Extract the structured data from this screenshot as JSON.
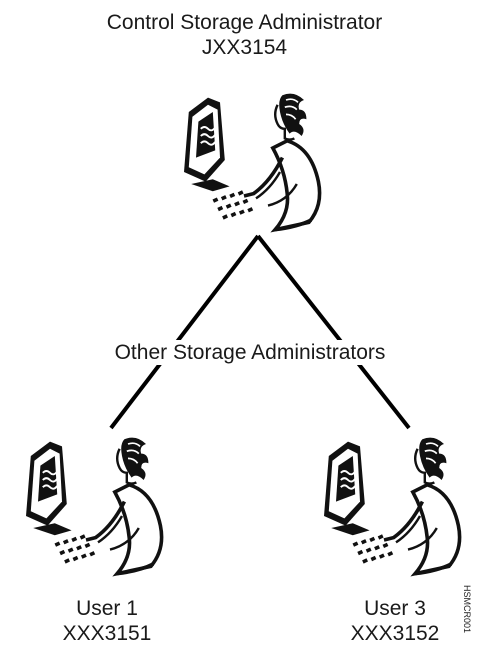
{
  "diagram": {
    "control_admin": {
      "role": "Control Storage Administrator",
      "user_id": "JXX3154",
      "icon": "person-at-computer-icon"
    },
    "other_admins_label": "Other Storage Administrators",
    "users": [
      {
        "name": "User 1",
        "user_id": "XXX3151",
        "icon": "person-at-computer-icon"
      },
      {
        "name": "User 3",
        "user_id": "XXX3152",
        "icon": "person-at-computer-icon"
      }
    ],
    "figure_id": "HSMCR001",
    "line_color": "#000000"
  }
}
